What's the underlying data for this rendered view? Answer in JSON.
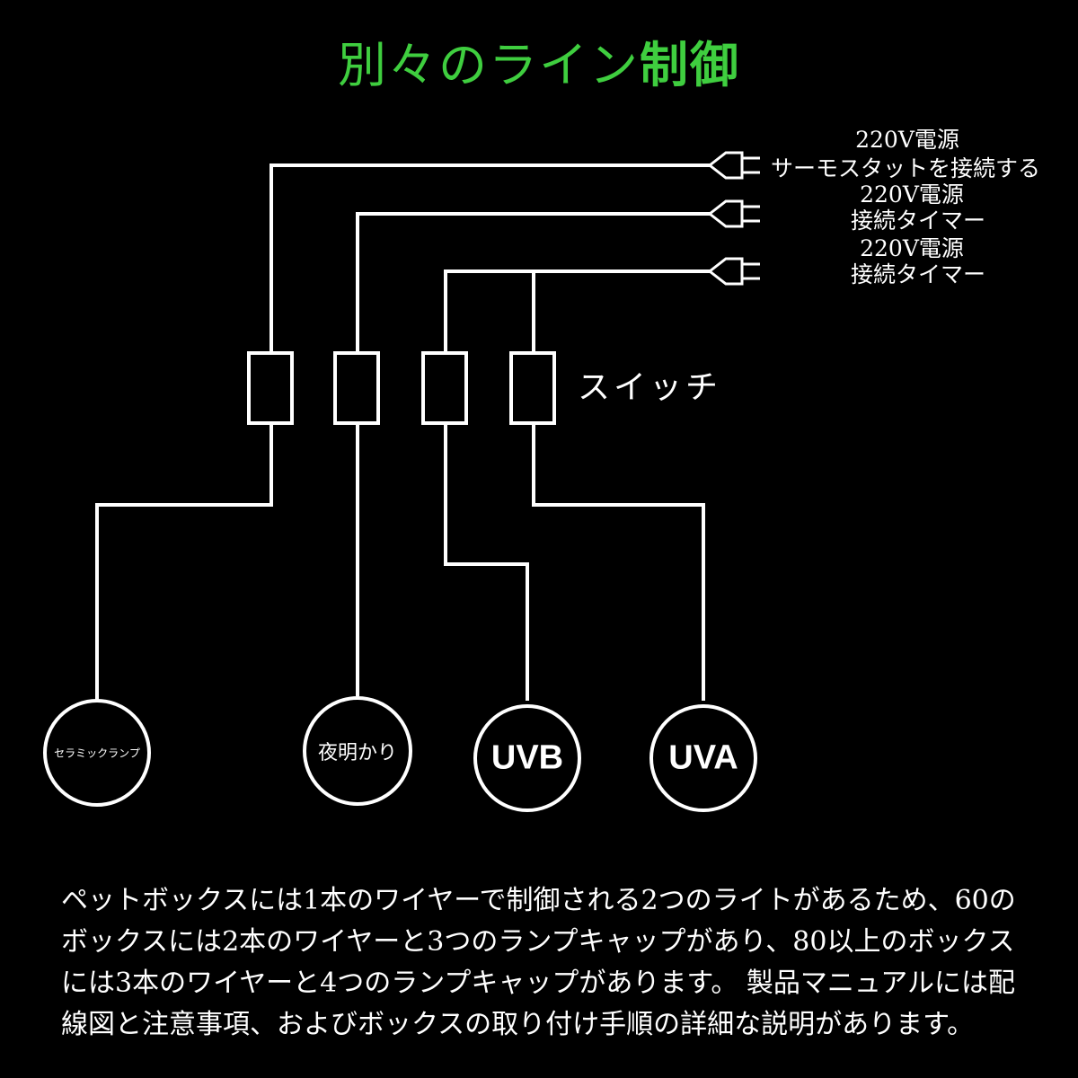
{
  "title": {
    "normal": "別々のライン",
    "bold": "制御"
  },
  "plugs": [
    {
      "source": "220V電源",
      "device": "サーモスタットを接続する"
    },
    {
      "source": "220V電源",
      "device": "接続タイマー"
    },
    {
      "source": "220V電源",
      "device": "接続タイマー"
    }
  ],
  "switch_label": "スイッチ",
  "lamps": [
    {
      "label": "セラミックランプ"
    },
    {
      "label": "夜明かり"
    },
    {
      "label": "UVB"
    },
    {
      "label": "UVA"
    }
  ],
  "description": "ペットボックスには1本のワイヤーで制御される2つのライトがあるため、60のボックスには2本のワイヤーと3つのランプキャップがあり、80以上のボックスには3本のワイヤーと4つのランプキャップがあります。 製品マニュアルには配線図と注意事項、およびボックスの取り付け手順の詳細な説明があります。"
}
